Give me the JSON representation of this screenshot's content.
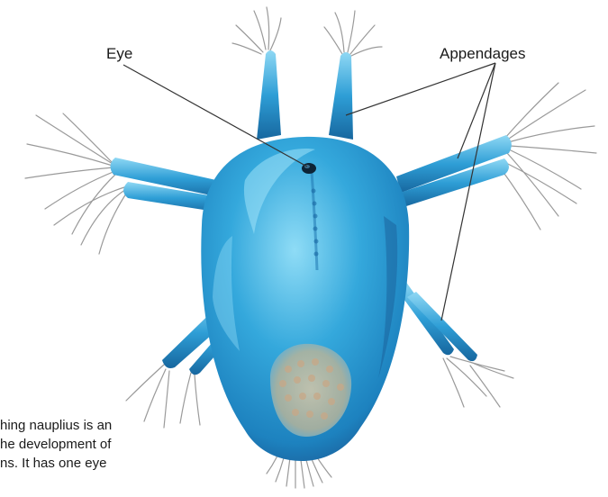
{
  "labels": {
    "eye": "Eye",
    "appendages": "Appendages"
  },
  "caption": {
    "line1": "hing nauplius is an",
    "line2": "he development of",
    "line3": "ns. It has one eye"
  },
  "colors": {
    "body": "#2f9fd6",
    "body_highlight": "#7fd0f2",
    "body_shadow": "#1668a0",
    "bristles": "#9a9a9a",
    "yolk": "#c9b89a"
  },
  "icons": [
    "eye-icon"
  ]
}
